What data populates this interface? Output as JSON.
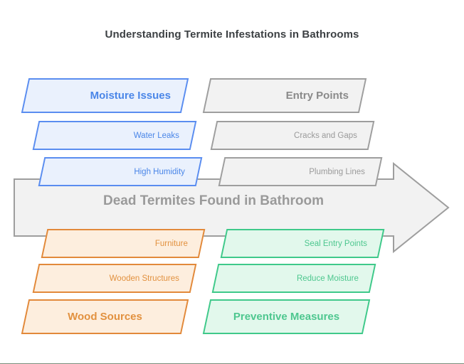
{
  "title": "Understanding Termite Infestations in Bathrooms",
  "center": {
    "label": "Dead Termites Found in Bathroom",
    "color": "#9a9a9a"
  },
  "colors": {
    "blue_border": "#5a8df0",
    "blue_fill": "#eaf1fd",
    "blue_text": "#4a86e8",
    "gray_border": "#9e9e9e",
    "gray_fill": "#f2f2f2",
    "gray_text": "#9a9a9a",
    "orange_border": "#e2893a",
    "orange_fill": "#fdeede",
    "orange_text": "#e2913f",
    "green_border": "#3fc98a",
    "green_fill": "#e2f8ec",
    "green_text": "#4ec78f",
    "arrow_fill": "#f2f2f2",
    "arrow_border": "#9e9e9e",
    "title_text": "#3c4043"
  },
  "groups": {
    "moisture": {
      "header": "Moisture Issues",
      "items": [
        "Water Leaks",
        "High Humidity"
      ]
    },
    "entry": {
      "header": "Entry Points",
      "items": [
        "Cracks and Gaps",
        "Plumbing Lines"
      ]
    },
    "wood": {
      "header": "Wood Sources",
      "items": [
        "Furniture",
        "Wooden Structures"
      ]
    },
    "preventive": {
      "header": "Preventive Measures",
      "items": [
        "Seal Entry Points",
        "Reduce Moisture"
      ]
    }
  }
}
